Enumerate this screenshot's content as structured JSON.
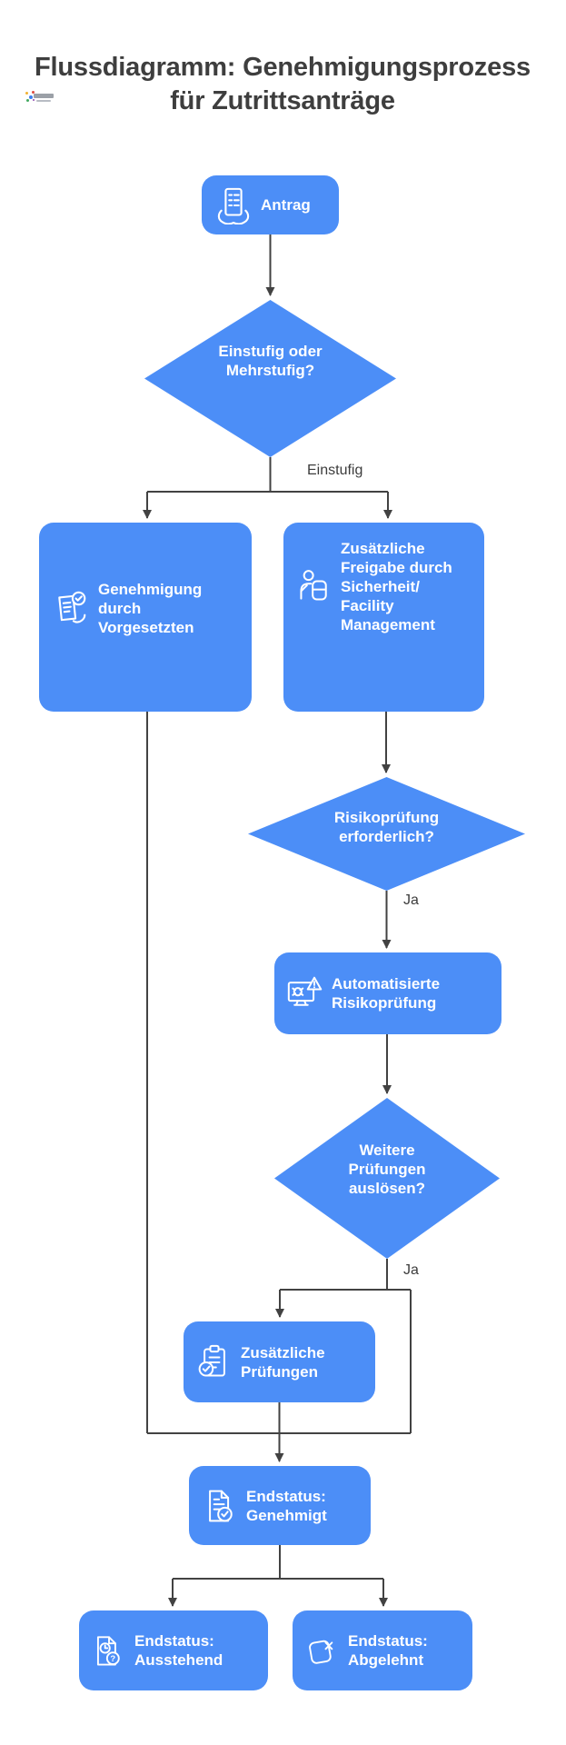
{
  "title": "Flussdiagramm: Genehmigungsprozess für Zutrittsanträge",
  "watermark": {
    "icon": "confetti-logo-watermark"
  },
  "colors": {
    "node_fill": "#4c8ef7",
    "node_text": "#ffffff",
    "edge": "#424242",
    "title": "#3e3e3e",
    "edge_label": "#3c3c3c",
    "background": "#ffffff"
  },
  "flowchart": {
    "nodes": {
      "antrag": {
        "label": "Antrag",
        "shape": "rounded-rect",
        "icon": "hands-holding-document-icon"
      },
      "stufig": {
        "label": "Einstufig oder\nMehrstufig?",
        "shape": "diamond"
      },
      "vorgesetzte": {
        "label": "Genehmigung\ndurch\nVorgesetzten",
        "shape": "rounded-rect",
        "icon": "approval-document-hand-icon"
      },
      "sicherheit": {
        "label": "Zusätzliche\nFreigabe durch\nSicherheit/\nFacility\nManagement",
        "shape": "rounded-rect",
        "icon": "security-person-badge-icon"
      },
      "risiko_frage": {
        "label": "Risikoprüfung\nerforderlich?",
        "shape": "diamond"
      },
      "auto_risiko": {
        "label": "Automatisierte\nRisikoprüfung",
        "shape": "rounded-rect",
        "icon": "monitor-bug-warning-icon"
      },
      "weitere_frage": {
        "label": "Weitere\nPrüfungen\nauslösen?",
        "shape": "diamond"
      },
      "zusatz_pruef": {
        "label": "Zusätzliche\nPrüfungen",
        "shape": "rounded-rect",
        "icon": "clipboard-checklist-icon"
      },
      "end_genehmigt": {
        "label": "Endstatus:\nGenehmigt",
        "shape": "rounded-rect",
        "icon": "document-check-icon"
      },
      "end_ausstehend": {
        "label": "Endstatus:\nAusstehend",
        "shape": "rounded-rect",
        "icon": "document-clock-question-icon"
      },
      "end_abgelehnt": {
        "label": "Endstatus:\nAbgelehnt",
        "shape": "rounded-rect",
        "icon": "document-x-icon"
      }
    },
    "edge_labels": {
      "einstufig": "Einstufig",
      "ja_risiko": "Ja",
      "ja_weitere": "Ja"
    },
    "edges": [
      {
        "from": "antrag",
        "to": "stufig"
      },
      {
        "from": "stufig",
        "to": "vorgesetzte",
        "label": "Einstufig"
      },
      {
        "from": "stufig",
        "to": "sicherheit",
        "label": "Einstufig"
      },
      {
        "from": "sicherheit",
        "to": "risiko_frage"
      },
      {
        "from": "risiko_frage",
        "to": "auto_risiko",
        "label": "Ja"
      },
      {
        "from": "auto_risiko",
        "to": "weitere_frage"
      },
      {
        "from": "weitere_frage",
        "to": "zusatz_pruef",
        "label": "Ja"
      },
      {
        "from": "weitere_frage",
        "to": "end_genehmigt"
      },
      {
        "from": "vorgesetzte",
        "to": "end_genehmigt"
      },
      {
        "from": "zusatz_pruef",
        "to": "end_genehmigt"
      },
      {
        "from": "end_genehmigt",
        "to": "end_ausstehend"
      },
      {
        "from": "end_genehmigt",
        "to": "end_abgelehnt"
      }
    ]
  }
}
